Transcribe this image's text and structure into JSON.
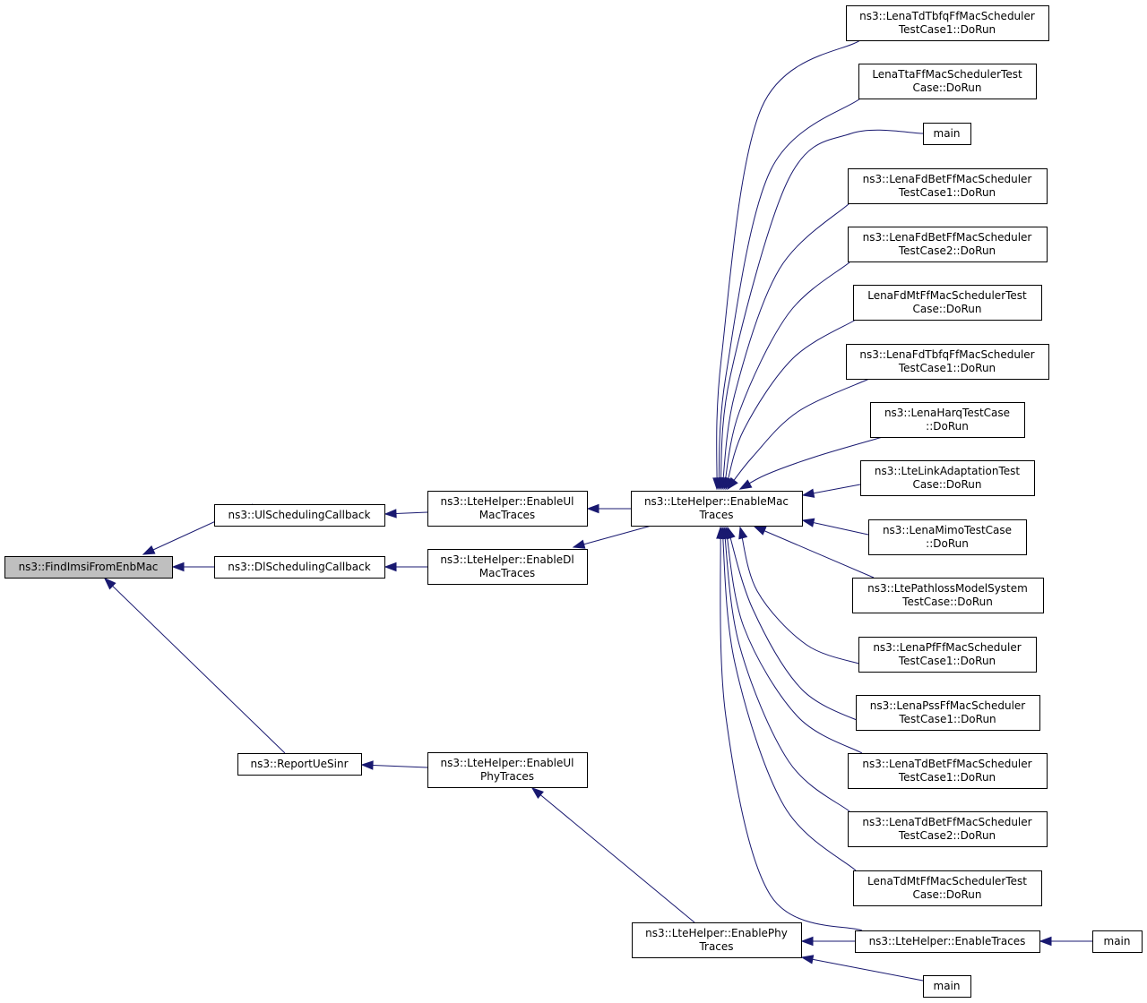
{
  "nodes": {
    "find_imsi": [
      "ns3::FindImsiFromEnbMac"
    ],
    "ul_sched_cb": [
      "ns3::UlSchedulingCallback"
    ],
    "dl_sched_cb": [
      "ns3::DlSchedulingCallback"
    ],
    "report_ue_sinr": [
      "ns3::ReportUeSinr"
    ],
    "enable_ul_mac": [
      "ns3::LteHelper::EnableUl",
      "MacTraces"
    ],
    "enable_dl_mac": [
      "ns3::LteHelper::EnableDl",
      "MacTraces"
    ],
    "enable_ul_phy": [
      "ns3::LteHelper::EnableUl",
      "PhyTraces"
    ],
    "enable_mac": [
      "ns3::LteHelper::EnableMac",
      "Traces"
    ],
    "enable_phy": [
      "ns3::LteHelper::EnablePhy",
      "Traces"
    ],
    "td_tbfq": [
      "ns3::LenaTdTbfqFfMacScheduler",
      "TestCase1::DoRun"
    ],
    "tta": [
      "LenaTtaFfMacSchedulerTest",
      "Case::DoRun"
    ],
    "main_a": [
      "main"
    ],
    "fd_bet_1": [
      "ns3::LenaFdBetFfMacScheduler",
      "TestCase1::DoRun"
    ],
    "fd_bet_2": [
      "ns3::LenaFdBetFfMacScheduler",
      "TestCase2::DoRun"
    ],
    "fd_mt": [
      "LenaFdMtFfMacSchedulerTest",
      "Case::DoRun"
    ],
    "fd_tbfq": [
      "ns3::LenaFdTbfqFfMacScheduler",
      "TestCase1::DoRun"
    ],
    "harq": [
      "ns3::LenaHarqTestCase",
      "::DoRun"
    ],
    "link_adapt": [
      "ns3::LteLinkAdaptationTest",
      "Case::DoRun"
    ],
    "mimo": [
      "ns3::LenaMimoTestCase",
      "::DoRun"
    ],
    "pathloss": [
      "ns3::LtePathlossModelSystem",
      "TestCase::DoRun"
    ],
    "pf": [
      "ns3::LenaPfFfMacScheduler",
      "TestCase1::DoRun"
    ],
    "pss": [
      "ns3::LenaPssFfMacScheduler",
      "TestCase1::DoRun"
    ],
    "td_bet_1": [
      "ns3::LenaTdBetFfMacScheduler",
      "TestCase1::DoRun"
    ],
    "td_bet_2": [
      "ns3::LenaTdBetFfMacScheduler",
      "TestCase2::DoRun"
    ],
    "td_mt": [
      "LenaTdMtFfMacSchedulerTest",
      "Case::DoRun"
    ],
    "enable_traces": [
      "ns3::LteHelper::EnableTraces"
    ],
    "main_b": [
      "main"
    ],
    "main_c": [
      "main"
    ]
  },
  "edges": [
    [
      "ul_sched_cb",
      "find_imsi"
    ],
    [
      "dl_sched_cb",
      "find_imsi"
    ],
    [
      "report_ue_sinr",
      "find_imsi"
    ],
    [
      "enable_ul_mac",
      "ul_sched_cb"
    ],
    [
      "enable_dl_mac",
      "dl_sched_cb"
    ],
    [
      "enable_ul_phy",
      "report_ue_sinr"
    ],
    [
      "enable_mac",
      "enable_ul_mac"
    ],
    [
      "enable_mac",
      "enable_dl_mac"
    ],
    [
      "enable_phy",
      "enable_ul_phy"
    ],
    [
      "td_tbfq",
      "enable_mac"
    ],
    [
      "tta",
      "enable_mac"
    ],
    [
      "main_a",
      "enable_mac"
    ],
    [
      "fd_bet_1",
      "enable_mac"
    ],
    [
      "fd_bet_2",
      "enable_mac"
    ],
    [
      "fd_mt",
      "enable_mac"
    ],
    [
      "fd_tbfq",
      "enable_mac"
    ],
    [
      "harq",
      "enable_mac"
    ],
    [
      "link_adapt",
      "enable_mac"
    ],
    [
      "mimo",
      "enable_mac"
    ],
    [
      "pathloss",
      "enable_mac"
    ],
    [
      "pf",
      "enable_mac"
    ],
    [
      "pss",
      "enable_mac"
    ],
    [
      "td_bet_1",
      "enable_mac"
    ],
    [
      "td_bet_2",
      "enable_mac"
    ],
    [
      "td_mt",
      "enable_mac"
    ],
    [
      "enable_traces",
      "enable_mac"
    ],
    [
      "enable_traces",
      "enable_phy"
    ],
    [
      "main_b",
      "enable_traces"
    ],
    [
      "main_c",
      "enable_phy"
    ]
  ]
}
